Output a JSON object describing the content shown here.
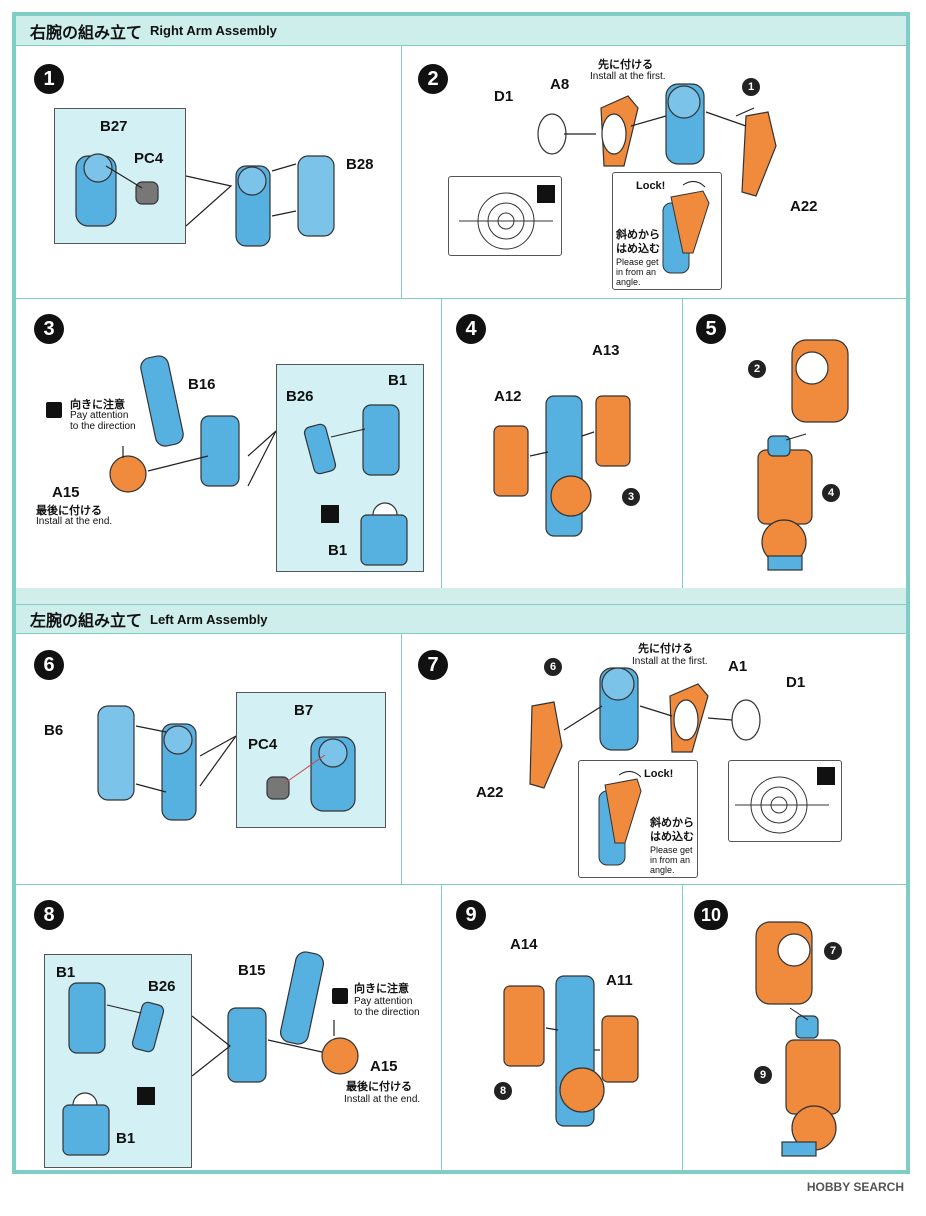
{
  "sections": {
    "right": {
      "title_jp": "右腕の組み立て",
      "title_en": "Right Arm Assembly"
    },
    "left": {
      "title_jp": "左腕の組み立て",
      "title_en": "Left Arm Assembly"
    }
  },
  "steps": {
    "s1": {
      "num": "1",
      "labels": {
        "b27": "B27",
        "pc4": "PC4",
        "b28": "B28"
      }
    },
    "s2": {
      "num": "2",
      "labels": {
        "d1": "D1",
        "a8": "A8",
        "a22": "A22",
        "ref": "1"
      },
      "first_jp": "先に付ける",
      "first_en": "Install at the first.",
      "lock": "Lock!",
      "angle_jp1": "斜めから",
      "angle_jp2": "はめ込む",
      "angle_en1": "Please get",
      "angle_en2": "in from an",
      "angle_en3": "angle."
    },
    "s3": {
      "num": "3",
      "labels": {
        "b16": "B16",
        "a15": "A15",
        "b26": "B26",
        "b1a": "B1",
        "b1b": "B1"
      },
      "dir_jp": "向きに注意",
      "dir_en1": "Pay attention",
      "dir_en2": "to the direction",
      "end_jp": "最後に付ける",
      "end_en": "Install at the end."
    },
    "s4": {
      "num": "4",
      "labels": {
        "a12": "A12",
        "a13": "A13",
        "ref": "3"
      }
    },
    "s5": {
      "num": "5",
      "labels": {
        "ref2": "2",
        "ref4": "4"
      }
    },
    "s6": {
      "num": "6",
      "labels": {
        "b6": "B6",
        "b7": "B7",
        "pc4": "PC4"
      }
    },
    "s7": {
      "num": "7",
      "labels": {
        "a1": "A1",
        "d1": "D1",
        "a22": "A22",
        "ref": "6"
      },
      "first_jp": "先に付ける",
      "first_en": "Install at the first.",
      "lock": "Lock!",
      "angle_jp1": "斜めから",
      "angle_jp2": "はめ込む",
      "angle_en1": "Please get",
      "angle_en2": "in from an",
      "angle_en3": "angle."
    },
    "s8": {
      "num": "8",
      "labels": {
        "b1a": "B1",
        "b26": "B26",
        "b1b": "B1",
        "b15": "B15",
        "a15": "A15"
      },
      "dir_jp": "向きに注意",
      "dir_en1": "Pay attention",
      "dir_en2": "to the direction",
      "end_jp": "最後に付ける",
      "end_en": "Install at the end."
    },
    "s9": {
      "num": "9",
      "labels": {
        "a14": "A14",
        "a11": "A11",
        "ref": "8"
      }
    },
    "s10": {
      "num": "10",
      "labels": {
        "ref7": "7",
        "ref9": "9"
      }
    }
  },
  "watermark": "HOBBY SEARCH",
  "colors": {
    "frame": "#7fcdc4",
    "header": "#cdeeea",
    "blue_part": "#56b0e0",
    "orange_part": "#f08a3c",
    "box": "#d3f1f5"
  }
}
